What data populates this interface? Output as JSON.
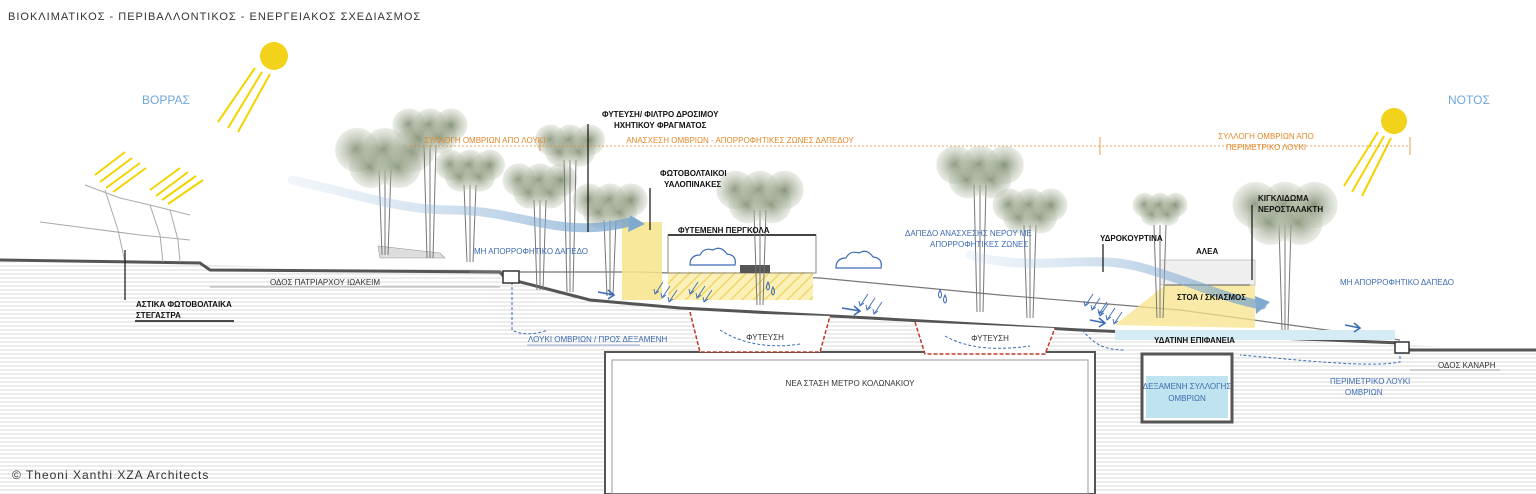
{
  "title": "ΒΙΟΚΛΙΜΑΤΙΚΟΣ - ΠΕΡΙΒΑΛΛΟΝΤΙΚΟΣ - ΕΝΕΡΓΕΙΑΚΟΣ ΣΧΕΔΙΑΣΜΟΣ",
  "directions": {
    "north": "ΒΟΡΡΑΣ",
    "south": "ΝΟΤΟΣ"
  },
  "orange_labels": {
    "left": "ΣΥΛΛΟΓΗ ΟΜΒΡΙΩΝ ΑΠΟ ΛΟΥΚΙ",
    "middle": "ΑΝΑΣΧΕΣΗ ΟΜΒΡΙΩΝ - ΑΠΟΡΡΟΦΗΤΙΚΕΣ ΖΩΝΕΣ ΔΑΠΕΔΟΥ",
    "right_line1": "ΣΥΛΛΟΓΗ ΟΜΒΡΙΩΝ ΑΠΟ",
    "right_line2": "ΠΕΡΙΜΕΤΡΙΚΟ ΛΟΥΚΙ"
  },
  "black_labels": {
    "planting_line1": "ΦΥΤΕΥΣΗ/ ΦΙΛΤΡΟ ΔΡΟΣΙΜΟΥ",
    "planting_line2": "ΗΧΗΤΙΚΟΥ ΦΡΑΓΜΑΤΟΣ",
    "pv_line1": "ΦΩΤΟΒΟΛΤΑΙΚΟΙ",
    "pv_line2": "ΥΑΛΟΠΙΝΑΚΕΣ",
    "pergola": "ΦΥΤΕΜΕΝΗ ΠΕΡΓΚΟΛΑ",
    "water_curtain": "ΥΔΡΟΚΟΥΡΤΙΝΑ",
    "alea": "ΑΛΕΑ",
    "railing_line1": "ΚΙΓΚΛΙΔΩΜΑ",
    "railing_line2": "ΝΕΡΟΣΤΑΛΑΚΤΗ",
    "pv_canopy_line1": "ΑΣΤΙΚΑ ΦΩΤΟΒΟΛΤΑΙΚΑ",
    "pv_canopy_line2": "ΣΤΕΓΑΣΤΡΑ",
    "stoa": "ΣΤΟΑ / ΣΚΙΑΣΜΟΣ",
    "water_surface": "ΥΔΑΤΙΝΗ ΕΠΙΦΑΝΕΙΑ"
  },
  "blue_labels": {
    "non_absorbent_left": "ΜΗ ΑΠΟΡΡΟΦΗΤΙΚΟ ΔΑΠΕΔΟ",
    "non_absorbent_right": "ΜΗ ΑΠΟΡΡΟΦΗΤΙΚΟ ΔΑΠΕΔΟ",
    "floor_retention_line1": "ΔΑΠΕΔΟ ΑΝΑΣΧΕΣΗΣ ΝΕΡΟΥ ΜΕ",
    "floor_retention_line2": "ΑΠΟΡΡΟΦΗΤΙΚΕΣ ΖΩΝΕΣ",
    "gutter_to_tank": "ΛΟΥΚΙ ΟΜΒΡΙΩΝ / ΠΡΟΣ ΔΕΞΑΜΕΝΗ",
    "perimeter_gutter_line1": "ΠΕΡΙΜΕΤΡΙΚΟ ΛΟΥΚΙ",
    "perimeter_gutter_line2": "ΟΜΒΡΙΩΝ",
    "tank_line1": "ΔΕΞΑΜΕΝΗ ΣΥΛΛΟΓΗΣ",
    "tank_line2": "ΟΜΒΡΙΩΝ"
  },
  "plain_labels": {
    "street_left": "ΟΔΟΣ ΠΑΤΡΙΑΡΧΟΥ ΙΩΑΚΕΙΜ",
    "street_right": "ΟΔΟΣ ΚΑΝΑΡΗ",
    "planting_1": "ΦΥΤΕΥΣΗ",
    "planting_2": "ΦΥΤΕΥΣΗ",
    "metro": "ΝΕΑ ΣΤΑΣΗ ΜΕΤΡΟ ΚΟΛΩΝΑΚΙΟΥ"
  },
  "credit": "© Theoni Xanthi XZA Architects",
  "colors": {
    "sun": "#f2d21b",
    "sun_rays": "#f5d300",
    "wind": "#7fa9cf",
    "water_blue": "#3d6bb3",
    "orange": "#e0892a",
    "ground_lines": "#c9c9c9",
    "planter_red": "#c0392b",
    "tank_water": "#bfe3ef",
    "pv_yellow": "#f7e48a"
  },
  "icons": [
    "sun-icon",
    "cloud-icon",
    "raindrop-icon",
    "tree-icon",
    "wind-arrow-icon"
  ]
}
